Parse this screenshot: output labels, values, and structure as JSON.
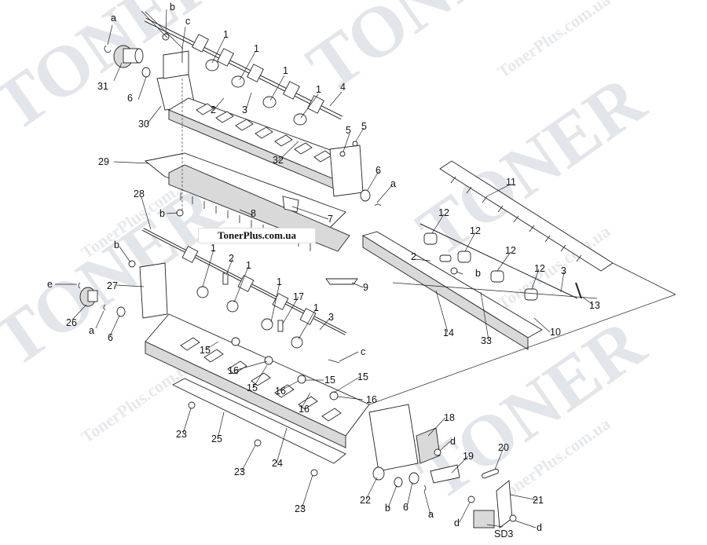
{
  "site_banner": "TonerPlus.com.ua",
  "watermark": {
    "brand": "TONER",
    "site": "TonerPlus.com.ua",
    "color": "#e2e6ea"
  },
  "callouts": [
    {
      "id": "l-a1",
      "text": "a"
    },
    {
      "id": "l-b1",
      "text": "b"
    },
    {
      "id": "l-c1",
      "text": "c"
    },
    {
      "id": "l-1a",
      "text": "1"
    },
    {
      "id": "l-1b",
      "text": "1"
    },
    {
      "id": "l-1c",
      "text": "1"
    },
    {
      "id": "l-1d",
      "text": "1"
    },
    {
      "id": "l-4",
      "text": "4"
    },
    {
      "id": "l-31",
      "text": "31"
    },
    {
      "id": "l-6a",
      "text": "6"
    },
    {
      "id": "l-2a",
      "text": "2"
    },
    {
      "id": "l-3a",
      "text": "3"
    },
    {
      "id": "l-30",
      "text": "30"
    },
    {
      "id": "l-5a",
      "text": "5"
    },
    {
      "id": "l-5b",
      "text": "5"
    },
    {
      "id": "l-32",
      "text": "32"
    },
    {
      "id": "l-29",
      "text": "29"
    },
    {
      "id": "l-6b",
      "text": "6"
    },
    {
      "id": "l-a2",
      "text": "a"
    },
    {
      "id": "l-11",
      "text": "11"
    },
    {
      "id": "l-28",
      "text": "28"
    },
    {
      "id": "l-b2",
      "text": "b"
    },
    {
      "id": "l-8",
      "text": "8"
    },
    {
      "id": "l-7",
      "text": "7"
    },
    {
      "id": "l-12a",
      "text": "12"
    },
    {
      "id": "l-12b",
      "text": "12"
    },
    {
      "id": "l-12c",
      "text": "12"
    },
    {
      "id": "l-12d",
      "text": "12"
    },
    {
      "id": "l-b3",
      "text": "b"
    },
    {
      "id": "l-1e",
      "text": "1"
    },
    {
      "id": "l-2b",
      "text": "2"
    },
    {
      "id": "l-1f",
      "text": "1"
    },
    {
      "id": "l-2c",
      "text": "2"
    },
    {
      "id": "l-b4",
      "text": "b"
    },
    {
      "id": "l-3b",
      "text": "3"
    },
    {
      "id": "l-13",
      "text": "13"
    },
    {
      "id": "l-e",
      "text": "e"
    },
    {
      "id": "l-27",
      "text": "27"
    },
    {
      "id": "l-9",
      "text": "9"
    },
    {
      "id": "l-1g",
      "text": "1"
    },
    {
      "id": "l-17",
      "text": "17"
    },
    {
      "id": "l-1h",
      "text": "1"
    },
    {
      "id": "l-26",
      "text": "26"
    },
    {
      "id": "l-a3",
      "text": "a"
    },
    {
      "id": "l-6c",
      "text": "6"
    },
    {
      "id": "l-3c",
      "text": "3"
    },
    {
      "id": "l-14",
      "text": "14"
    },
    {
      "id": "l-33",
      "text": "33"
    },
    {
      "id": "l-10",
      "text": "10"
    },
    {
      "id": "l-15a",
      "text": "15"
    },
    {
      "id": "l-c2",
      "text": "c"
    },
    {
      "id": "l-16a",
      "text": "16"
    },
    {
      "id": "l-15b",
      "text": "15"
    },
    {
      "id": "l-15c",
      "text": "15"
    },
    {
      "id": "l-15d",
      "text": "15"
    },
    {
      "id": "l-16b",
      "text": "16"
    },
    {
      "id": "l-16c",
      "text": "16"
    },
    {
      "id": "l-16d",
      "text": "16"
    },
    {
      "id": "l-18",
      "text": "18"
    },
    {
      "id": "l-d1",
      "text": "d"
    },
    {
      "id": "l-23a",
      "text": "23"
    },
    {
      "id": "l-25",
      "text": "25"
    },
    {
      "id": "l-24",
      "text": "24"
    },
    {
      "id": "l-20",
      "text": "20"
    },
    {
      "id": "l-19",
      "text": "19"
    },
    {
      "id": "l-23b",
      "text": "23"
    },
    {
      "id": "l-21",
      "text": "21"
    },
    {
      "id": "l-22",
      "text": "22"
    },
    {
      "id": "l-b5",
      "text": "b"
    },
    {
      "id": "l-6d",
      "text": "6"
    },
    {
      "id": "l-a4",
      "text": "a"
    },
    {
      "id": "l-d2",
      "text": "d"
    },
    {
      "id": "l-d3",
      "text": "d"
    },
    {
      "id": "l-23c",
      "text": "23"
    },
    {
      "id": "l-sd3",
      "text": "SD3"
    }
  ]
}
